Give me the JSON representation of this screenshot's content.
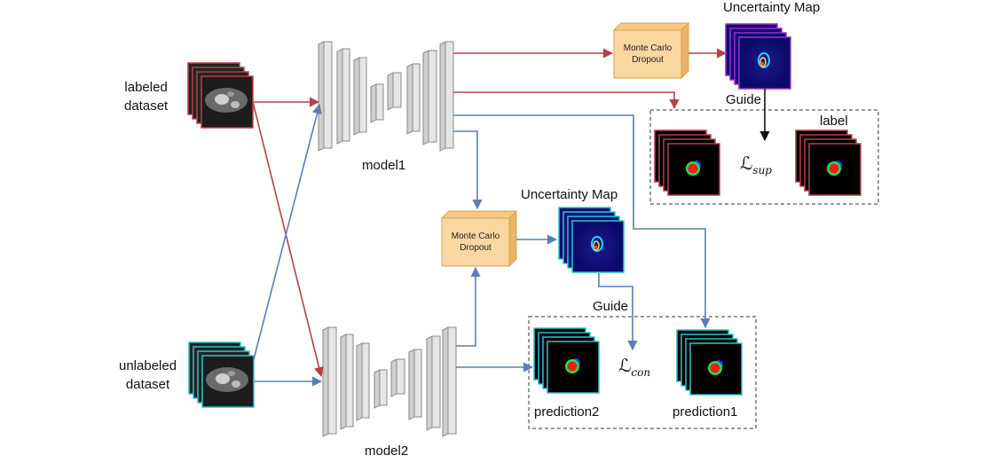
{
  "inputs": {
    "labeled": "labeled\ndataset",
    "unlabeled": "unlabeled\ndataset"
  },
  "models": {
    "model1": "model1",
    "model2": "model2"
  },
  "dropout": {
    "top": "Monte Carlo\nDropout",
    "bottom": "Monte Carlo\nDropout"
  },
  "uncertainty": {
    "top": "Uncertainty Map",
    "bottom": "Uncertainty Map"
  },
  "guide": {
    "top": "Guide",
    "bottom": "Guide"
  },
  "top_box": {
    "label": "label",
    "loss_symbol": "ℒ",
    "loss_sub": "sup"
  },
  "bottom_box": {
    "prediction2": "prediction2",
    "prediction1": "prediction1",
    "loss_symbol": "ℒ",
    "loss_sub": "con"
  },
  "colors": {
    "labeled_path": "#b5414a",
    "unlabeled_path": "#5a7fb4",
    "guide_arrow": "#111111",
    "dropout_fill": "#fad7a1",
    "dropout_stroke": "#d8a445",
    "layer_fill": "#e6e6e6",
    "layer_stroke": "#8a8a8a"
  }
}
